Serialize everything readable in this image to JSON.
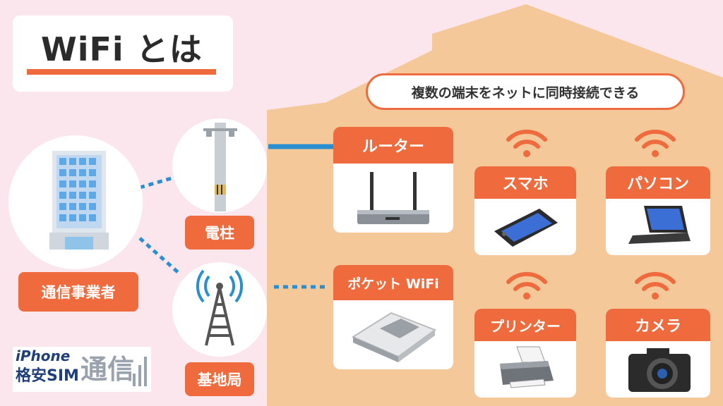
{
  "title": "WiFi とは",
  "caption": "複数の端末をネットに同時接続できる",
  "left": {
    "provider_label": "通信事業者",
    "pole_label": "電柱",
    "tower_label": "基地局"
  },
  "router": {
    "label": "ルーター"
  },
  "pocket_wifi": {
    "label": "ポケット WiFi"
  },
  "devices": [
    {
      "label": "スマホ"
    },
    {
      "label": "パソコン"
    },
    {
      "label": "プリンター"
    },
    {
      "label": "カメラ"
    }
  ],
  "logo": {
    "line1": "iPhone",
    "line2": "格安SIM",
    "line3": "通信"
  },
  "colors": {
    "accent": "#ef6a3c",
    "house": "#f5c89a",
    "background": "#fbe6ee",
    "blue_line": "#2a8fd0"
  }
}
